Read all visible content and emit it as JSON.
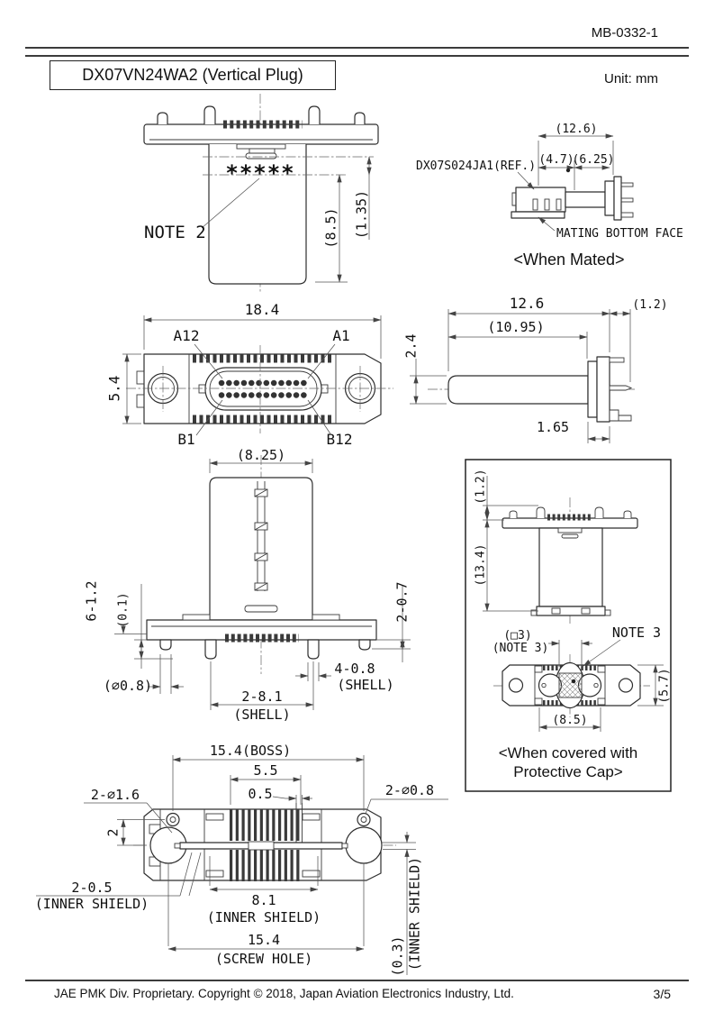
{
  "header": {
    "doc_number": "MB-0332-1",
    "title": "DX07VN24WA2 (Vertical Plug)",
    "unit_label": "Unit: mm"
  },
  "front_view": {
    "note": "NOTE 2",
    "marking": "*****",
    "dim_height": "(8.5)",
    "dim_offset": "(1.35)"
  },
  "mated_view": {
    "ref_label": "DX07S024JA1(REF.)",
    "dim_total": "(12.6)",
    "dim_left": "(4.7)",
    "dim_right": "(6.25)",
    "face_label": "MATING BOTTOM FACE",
    "caption": "<When Mated>"
  },
  "top_view": {
    "dim_width": "18.4",
    "dim_height": "5.4",
    "pin_a12": "A12",
    "pin_a1": "A1",
    "pin_b1": "B1",
    "pin_b12": "B12"
  },
  "side_view": {
    "dim_total": "12.6",
    "dim_tail": "(1.2)",
    "dim_body": "(10.95)",
    "dim_height": "2.4",
    "dim_flange": "1.65"
  },
  "bottom_side_view": {
    "dim_width": "(8.25)",
    "dim_pins": "6-1.2",
    "dim_gap": "(0.1)",
    "dim_right": "2-0.7",
    "dim_pin_dia": "(⌀0.8)",
    "dim_shell_pins": "4-0.8",
    "shell_label_1": "(SHELL)",
    "dim_shell_span": "2-8.1",
    "shell_label_2": "(SHELL)"
  },
  "cap_view": {
    "dim_post": "(1.2)",
    "dim_height": "(13.4)",
    "dim_square": "(□3)",
    "square_note": "(NOTE 3)",
    "note": "NOTE 3",
    "dim_cap_height": "(5.7)",
    "dim_cap_width": "(8.5)",
    "caption_line1": "<When covered with",
    "caption_line2": "Protective Cap>"
  },
  "bottom_view": {
    "dim_boss": "15.4(BOSS)",
    "dim_55": "5.5",
    "dim_05": "0.5",
    "dim_hole_left": "2-⌀1.6",
    "dim_hole_right": "2-⌀0.8",
    "dim_2": "2",
    "dim_inner_left": "2-0.5",
    "inner_left_label": "(INNER SHIELD)",
    "dim_81": "8.1",
    "inner_center_label": "(INNER SHIELD)",
    "dim_screw": "15.4",
    "screw_label": "(SCREW HOLE)",
    "dim_03": "(0.3)",
    "inner_right_label": "(INNER SHIELD)"
  },
  "footer": {
    "copyright": "JAE PMK Div. Proprietary. Copyright © 2018, Japan Aviation Electronics Industry, Ltd.",
    "page": "3/5"
  }
}
